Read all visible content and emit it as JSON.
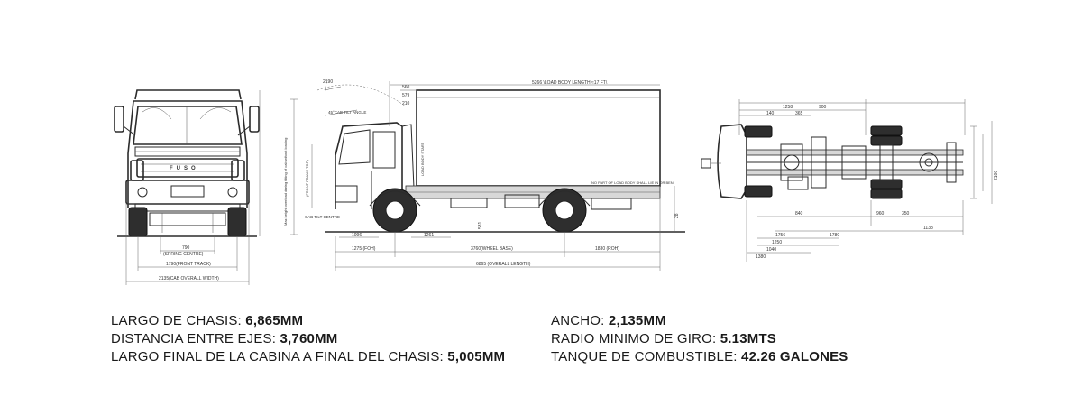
{
  "drawing": {
    "front": {
      "brand_mark": "FUSO",
      "dim_spring_centre": "790",
      "dim_spring_centre_label": "(SPRING CENTRE)",
      "dim_front_track": "1790(FRONT TRACK)",
      "dim_overall_width": "2135(CAB OVERALL WIDTH)"
    },
    "side": {
      "dim_load_body_length": "5266 \\LOAD BODY LENGTH ≈17 FT\\",
      "dim_560": "560",
      "dim_579": "579",
      "dim_210": "210",
      "dim_cab_tilt_angle": "45°CAB TILT ANGLE",
      "dim_2190": "2190",
      "dim_load_body_start": "LOAD BODY START",
      "dim_max_height": "Max height overload during tilting of cab wihout loading",
      "dim_front_frame_top": "(FRONT FRAME TOP)",
      "dim_cab_tilt_centre": "CAB TILT CENTRE",
      "dim_part_load": "NO PART OF LOAD BODY SHALL LIE IN OR BEN",
      "dim_rear_ref": "28",
      "dim_1275": "1275 (FOH)",
      "dim_1096": "1096",
      "dim_1261": "1261",
      "dim_531": "531",
      "dim_wheel_base": "3760(WHEEL BASE)",
      "dim_roh": "1830 (ROH)",
      "dim_overall_length": "6865 (OVERALL LENGTH)"
    },
    "plan": {
      "dims": [
        "1258",
        "900",
        "140",
        "365",
        "960",
        "350",
        "1138",
        "1780",
        "1756",
        "1250",
        "840",
        "1040",
        "1380",
        "2100"
      ]
    }
  },
  "specs": {
    "left": [
      {
        "label": "LARGO DE CHASIS: ",
        "value": "6,865MM"
      },
      {
        "label": "DISTANCIA ENTRE EJES: ",
        "value": "3,760MM"
      },
      {
        "label": "LARGO FINAL DE LA CABINA A FINAL DEL CHASIS: ",
        "value": "5,005MM"
      }
    ],
    "right": [
      {
        "label": "ANCHO: ",
        "value": "2,135MM"
      },
      {
        "label": "RADIO MINIMO DE GIRO: ",
        "value": "5.13MTS"
      },
      {
        "label": "TANQUE DE COMBUSTIBLE: ",
        "value": "42.26 GALONES"
      }
    ]
  }
}
